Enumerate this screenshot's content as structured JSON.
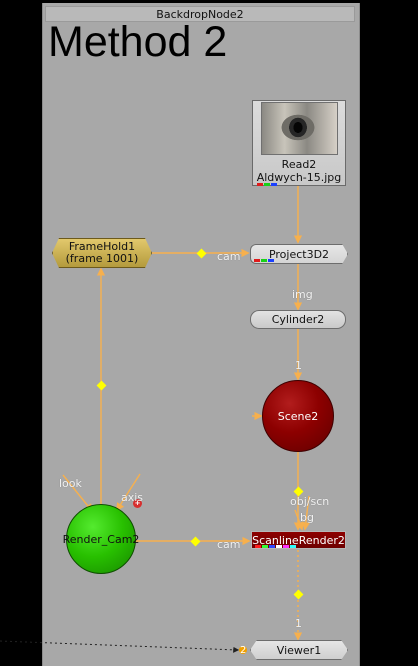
{
  "backdrop": {
    "header": "BackdropNode2",
    "title": "Method 2"
  },
  "nodes": {
    "read": {
      "line1": "Read2",
      "line2": "Aldwych-15.jpg"
    },
    "project": {
      "label": "Project3D2"
    },
    "cylinder": {
      "label": "Cylinder2"
    },
    "framehold": {
      "line1": "FrameHold1",
      "line2": "(frame 1001)"
    },
    "scene": {
      "label": "Scene2"
    },
    "camera": {
      "label": "Render_Cam2"
    },
    "scanline": {
      "label": "ScanlineRender2"
    },
    "viewer": {
      "label": "Viewer1"
    }
  },
  "wire_labels": {
    "cam_top": "cam",
    "img": "img",
    "scene_input": "1",
    "look": "look",
    "axis": "axis",
    "obj_scn": "obj/scn",
    "bg": "bg",
    "cam_bottom": "cam",
    "viewer_input": "1",
    "viewer_left_input": "2"
  },
  "colors": {
    "backdrop": "#a8a8a8",
    "wire": "#f7b04d",
    "knob": "#ffff00",
    "scene_node": "#8d0000",
    "camera_node": "#28c000",
    "scanline_node": "#8d0000"
  }
}
